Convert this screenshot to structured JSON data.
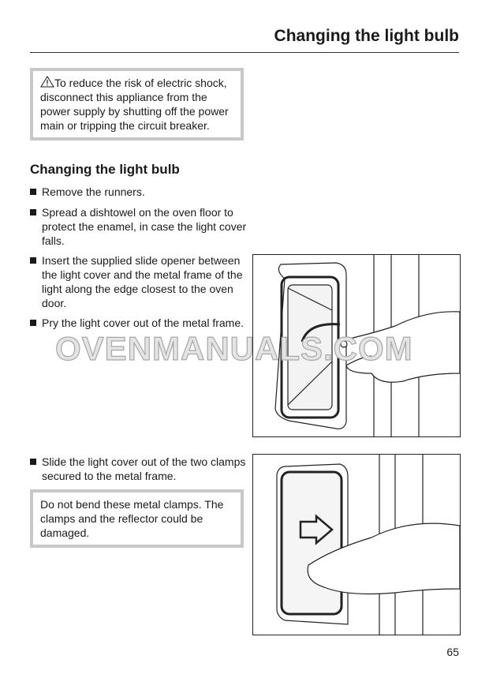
{
  "header": {
    "title": "Changing the light bulb"
  },
  "warning": {
    "icon": "warning-triangle-icon",
    "text": "To reduce the risk of electric shock, disconnect this appliance from the power supply by shutting off the power main or tripping the circuit breaker."
  },
  "section_heading": "Changing the light bulb",
  "steps": [
    "Remove the runners.",
    "Spread a dishtowel on the oven floor to protect the enamel, in case the light cover falls.",
    "Insert the supplied slide opener between the light cover and the metal frame of the light along the edge closest to the oven door.",
    "Pry the light cover out of the metal frame.",
    "Slide the light cover out of the two clamps secured to the metal frame."
  ],
  "note": "Do not bend these metal clamps. The clamps and the reflector could be damaged.",
  "watermark": "OVENMANUALS.COM",
  "page_number": "65"
}
